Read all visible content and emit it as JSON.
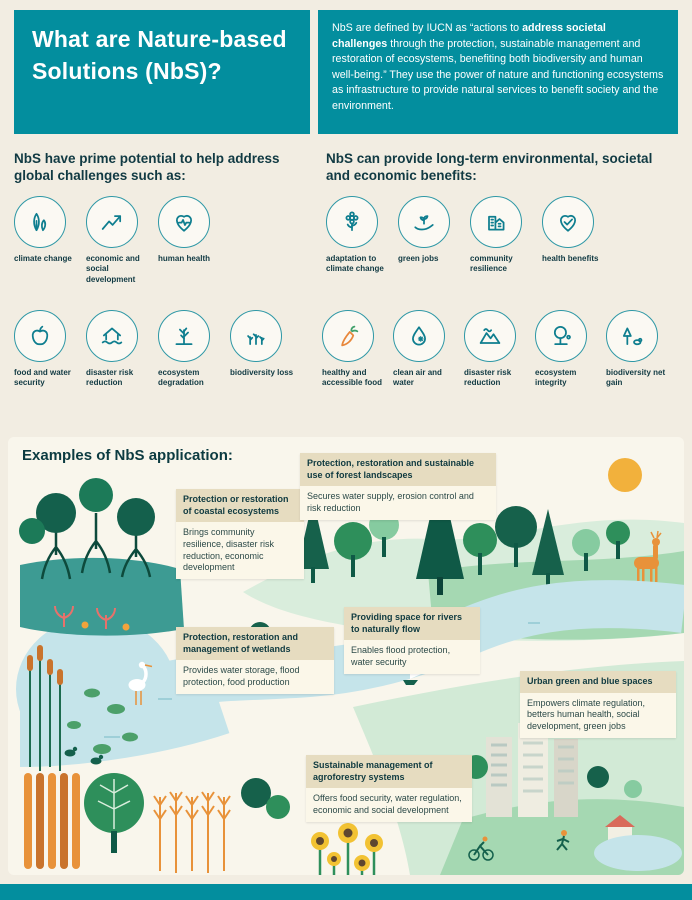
{
  "colors": {
    "teal": "#038E9E",
    "cream": "#F2EDE2",
    "dark": "#113A43",
    "orange": "#F2A33C",
    "beige": "#E6DCC0"
  },
  "header": {
    "title": "What are Nature-based Solutions (NbS)?",
    "desc_before": "NbS are defined by IUCN as “actions to ",
    "desc_bold": "address societal challenges",
    "desc_after": " through the protection, sustainable management and restoration of ecosystems, benefiting both biodiversity and human well-being.” They use the power of nature and functioning ecosystems as infrastructure to provide natural services to benefit society and the environment."
  },
  "challenges": {
    "heading": "NbS have prime potential to help address global challenges such as:",
    "items": [
      {
        "label": "climate change",
        "icon": "seedling-leaves-icon"
      },
      {
        "label": "economic and social development",
        "icon": "growth-arrow-icon"
      },
      {
        "label": "human health",
        "icon": "heart-pulse-icon"
      },
      {
        "label": "food and water security",
        "icon": "apple-icon"
      },
      {
        "label": "disaster risk reduction",
        "icon": "flooded-house-icon"
      },
      {
        "label": "ecosystem degradation",
        "icon": "bare-tree-icon"
      },
      {
        "label": "biodiversity loss",
        "icon": "wilted-plants-icon"
      }
    ]
  },
  "benefits": {
    "heading": "NbS can provide long-term environmental, societal and economic benefits:",
    "items": [
      {
        "label": "adaptation to climate change",
        "icon": "flower-icon"
      },
      {
        "label": "green jobs",
        "icon": "hand-sprout-icon"
      },
      {
        "label": "community resilience",
        "icon": "community-buildings-icon"
      },
      {
        "label": "health benefits",
        "icon": "heart-check-icon"
      },
      {
        "label": "healthy and accessible food",
        "icon": "carrot-icon"
      },
      {
        "label": "clean air and water",
        "icon": "water-drop-icon"
      },
      {
        "label": "disaster risk reduction",
        "icon": "mountain-hazard-icon"
      },
      {
        "label": "ecosystem integrity",
        "icon": "tree-icon"
      },
      {
        "label": "biodiversity net gain",
        "icon": "forest-bear-icon"
      }
    ]
  },
  "examples": {
    "heading": "Examples of NbS application:",
    "callouts": [
      {
        "title": "Protection or restoration of coastal ecosystems",
        "body": "Brings community resilience, disaster risk reduction, economic development"
      },
      {
        "title": "Protection, restoration and sustainable use of forest landscapes",
        "body": "Secures water supply, erosion control and risk reduction"
      },
      {
        "title": "Protection, restoration and management of wetlands",
        "body": "Provides water storage, flood protection, food production"
      },
      {
        "title": "Providing space for rivers to naturally flow",
        "body": "Enables flood protection, water security"
      },
      {
        "title": "Urban green and blue spaces",
        "body": "Empowers climate regulation, betters human health, social development, green jobs"
      },
      {
        "title": "Sustainable management of agroforestry systems",
        "body": "Offers food security, water regulation, economic and social development"
      }
    ]
  }
}
